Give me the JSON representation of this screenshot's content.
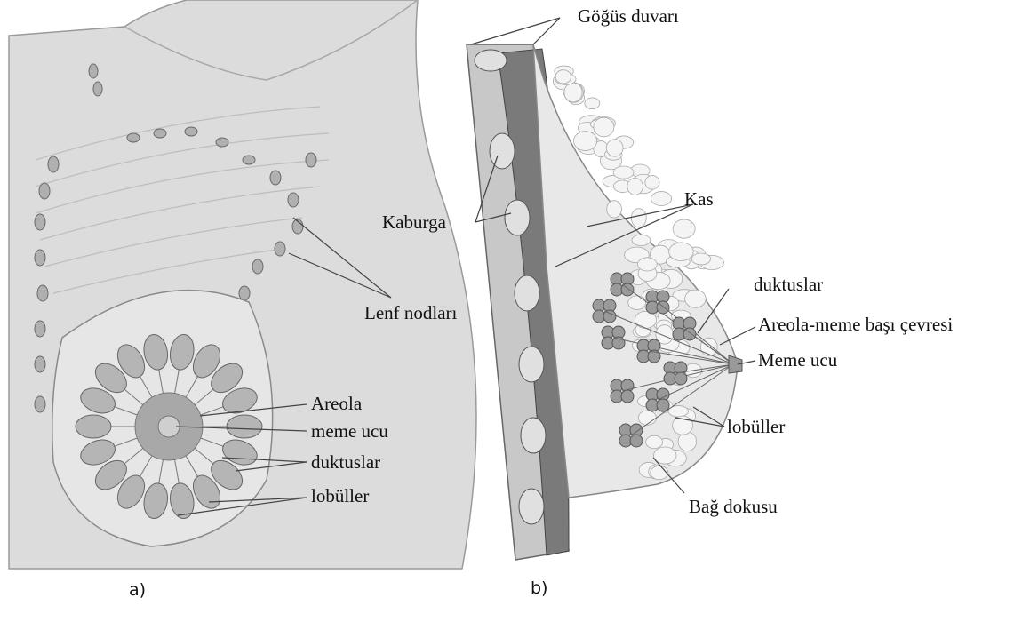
{
  "panel_a": {
    "letter": "a)",
    "labels": {
      "lymph_nodes": "Lenf nodları",
      "areola": "Areola",
      "nipple": "meme ucu",
      "ducts": "duktuslar",
      "lobules": "lobüller"
    }
  },
  "panel_b": {
    "letter": "b)",
    "labels": {
      "chest_wall": "Göğüs duvarı",
      "muscle": "Kas",
      "rib": "Kaburga",
      "ducts": "duktuslar",
      "areola_region": "Areola-meme başı çevresi",
      "nipple": "Meme ucu",
      "lobules": "lobüller",
      "connective_tissue": "Bağ dokusu"
    }
  },
  "colors": {
    "skin": "#d9d9d9",
    "skin_dark": "#bdbdbd",
    "lobule": "#9a9a9a",
    "muscle": "#6e6e6e",
    "line": "#555555"
  }
}
